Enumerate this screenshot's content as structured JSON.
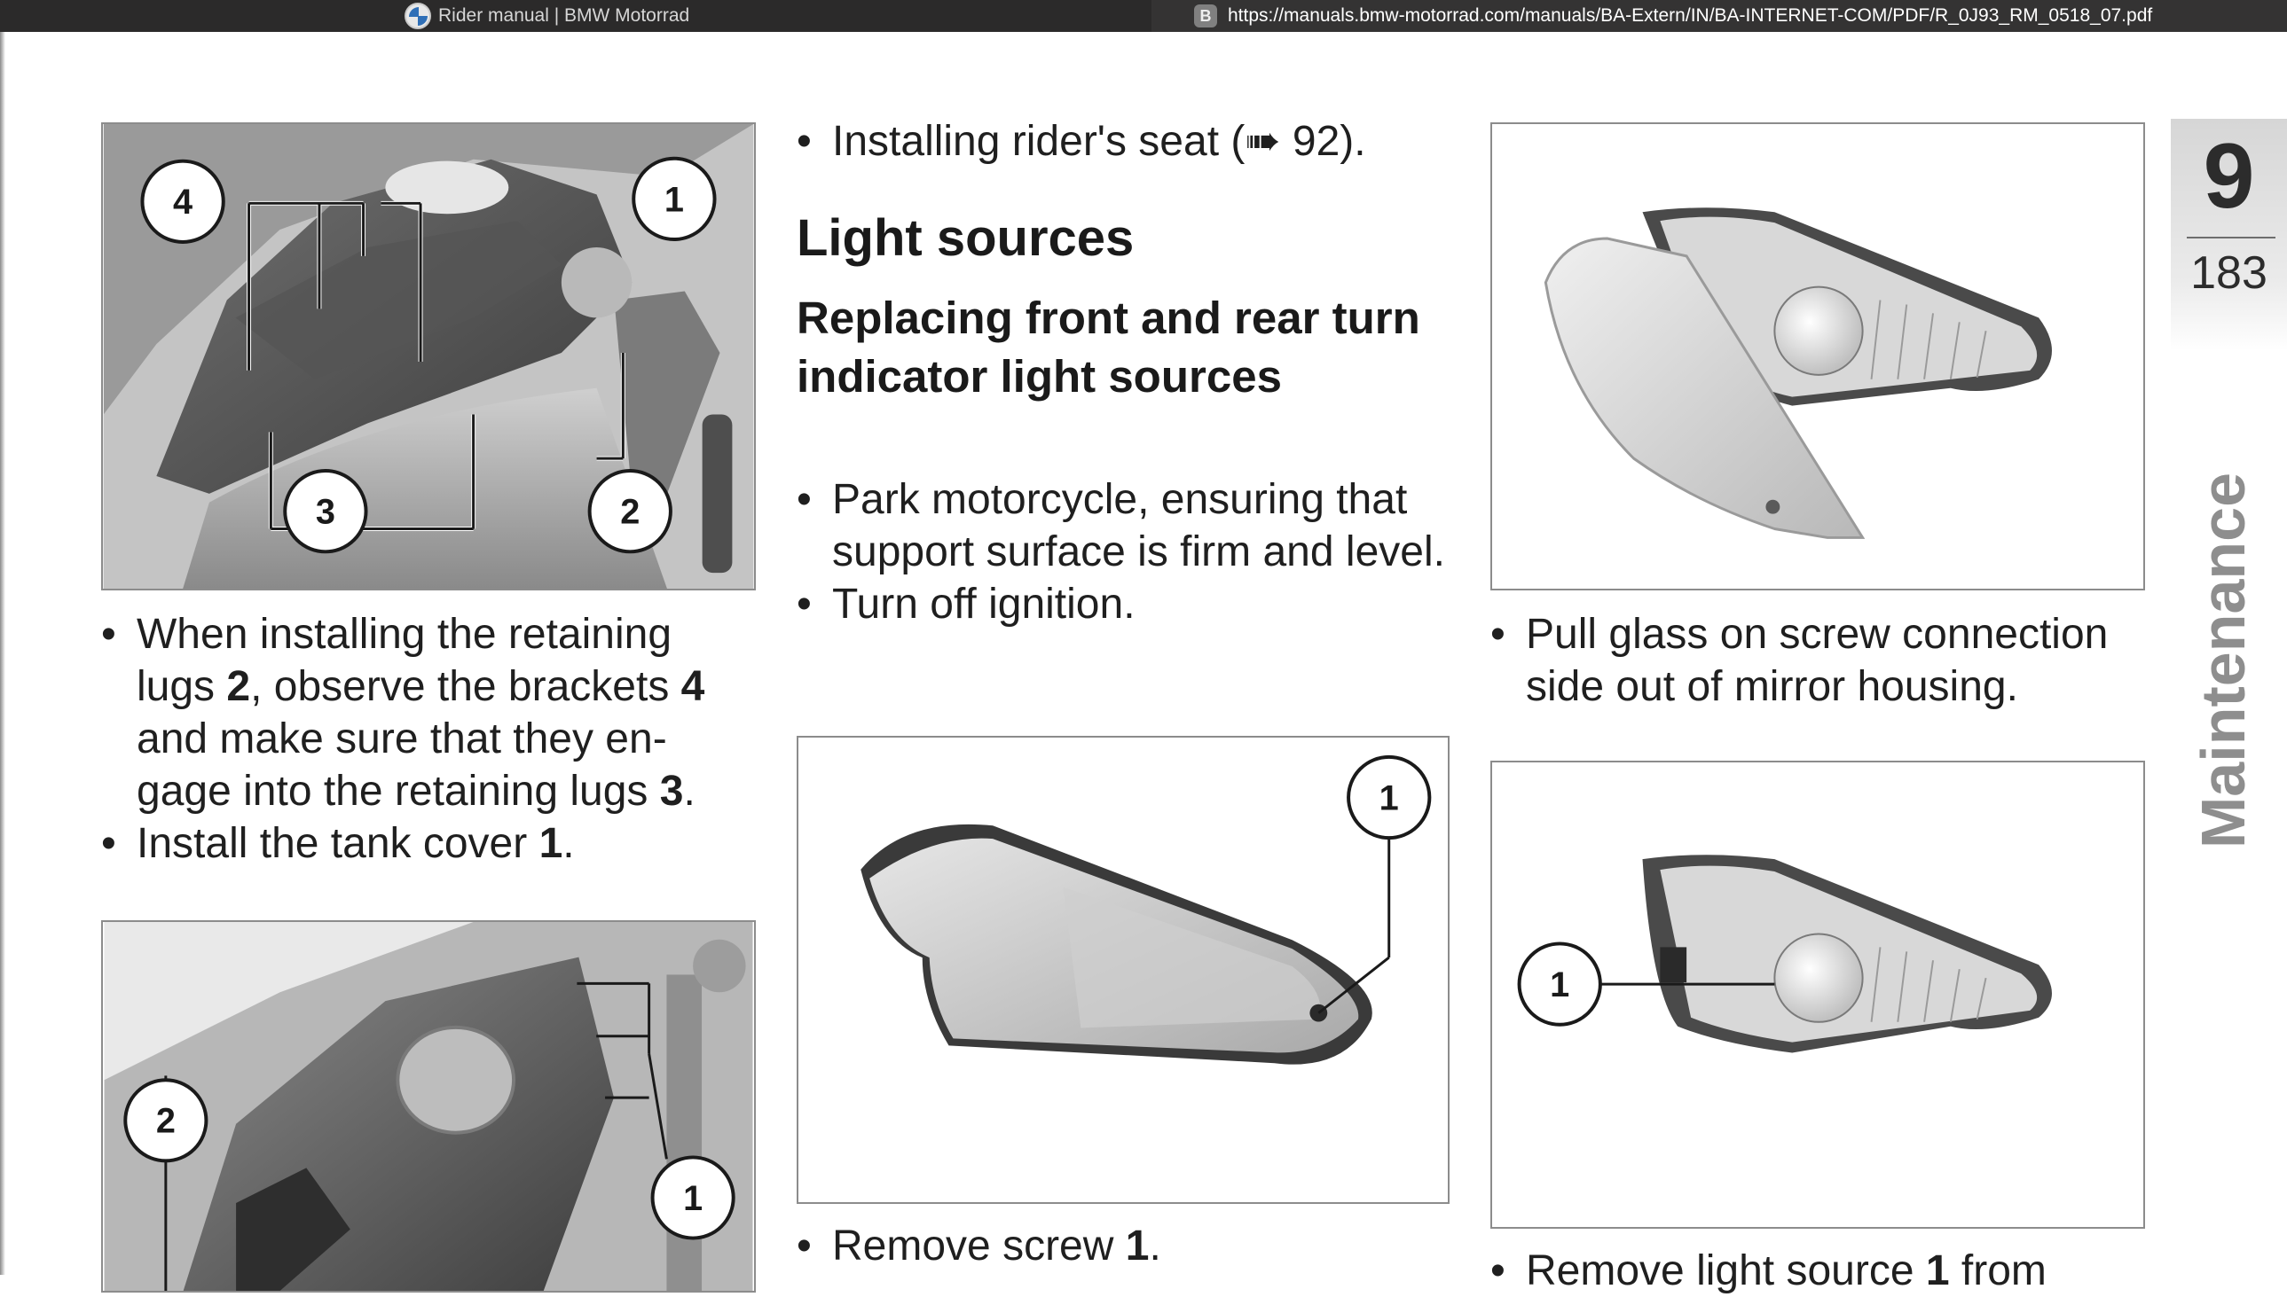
{
  "browser": {
    "left_tab_title": "Rider manual | BMW Motorrad",
    "right_favicon_letter": "B",
    "url": "https://manuals.bmw-motorrad.com/manuals/BA-Extern/IN/BA-INTERNET-COM/PDF/R_0J93_RM_0518_07.pdf"
  },
  "chapter": {
    "number": "9",
    "page": "183",
    "side_label": "Maintenance"
  },
  "col1": {
    "fig1_callouts": [
      "4",
      "1",
      "3",
      "2"
    ],
    "bullets": [
      {
        "parts": [
          "When installing the retaining lugs ",
          "2",
          ", observe the brackets ",
          "4",
          " and make sure that they en-gage into the retaining lugs ",
          "3",
          "."
        ]
      },
      {
        "parts": [
          "Install the tank cover ",
          "1",
          "."
        ]
      }
    ],
    "fig2_callouts": [
      "2",
      "1"
    ]
  },
  "col2": {
    "top_bullet": "Installing rider's seat (➠ 92).",
    "heading": "Light sources",
    "subheading": "Replacing front and rear turn indicator light sources",
    "bullets": [
      "Park motorcycle, ensuring that support surface is firm and level.",
      "Turn off ignition."
    ],
    "fig_callout": "1",
    "bottom_bullet": {
      "parts": [
        "Remove screw ",
        "1",
        "."
      ]
    }
  },
  "col3": {
    "bullet1": "Pull glass on screw connection side out of mirror housing.",
    "fig2_callout": "1",
    "bottom_bullet": {
      "parts": [
        "Remove light source ",
        "1",
        " from"
      ]
    }
  }
}
